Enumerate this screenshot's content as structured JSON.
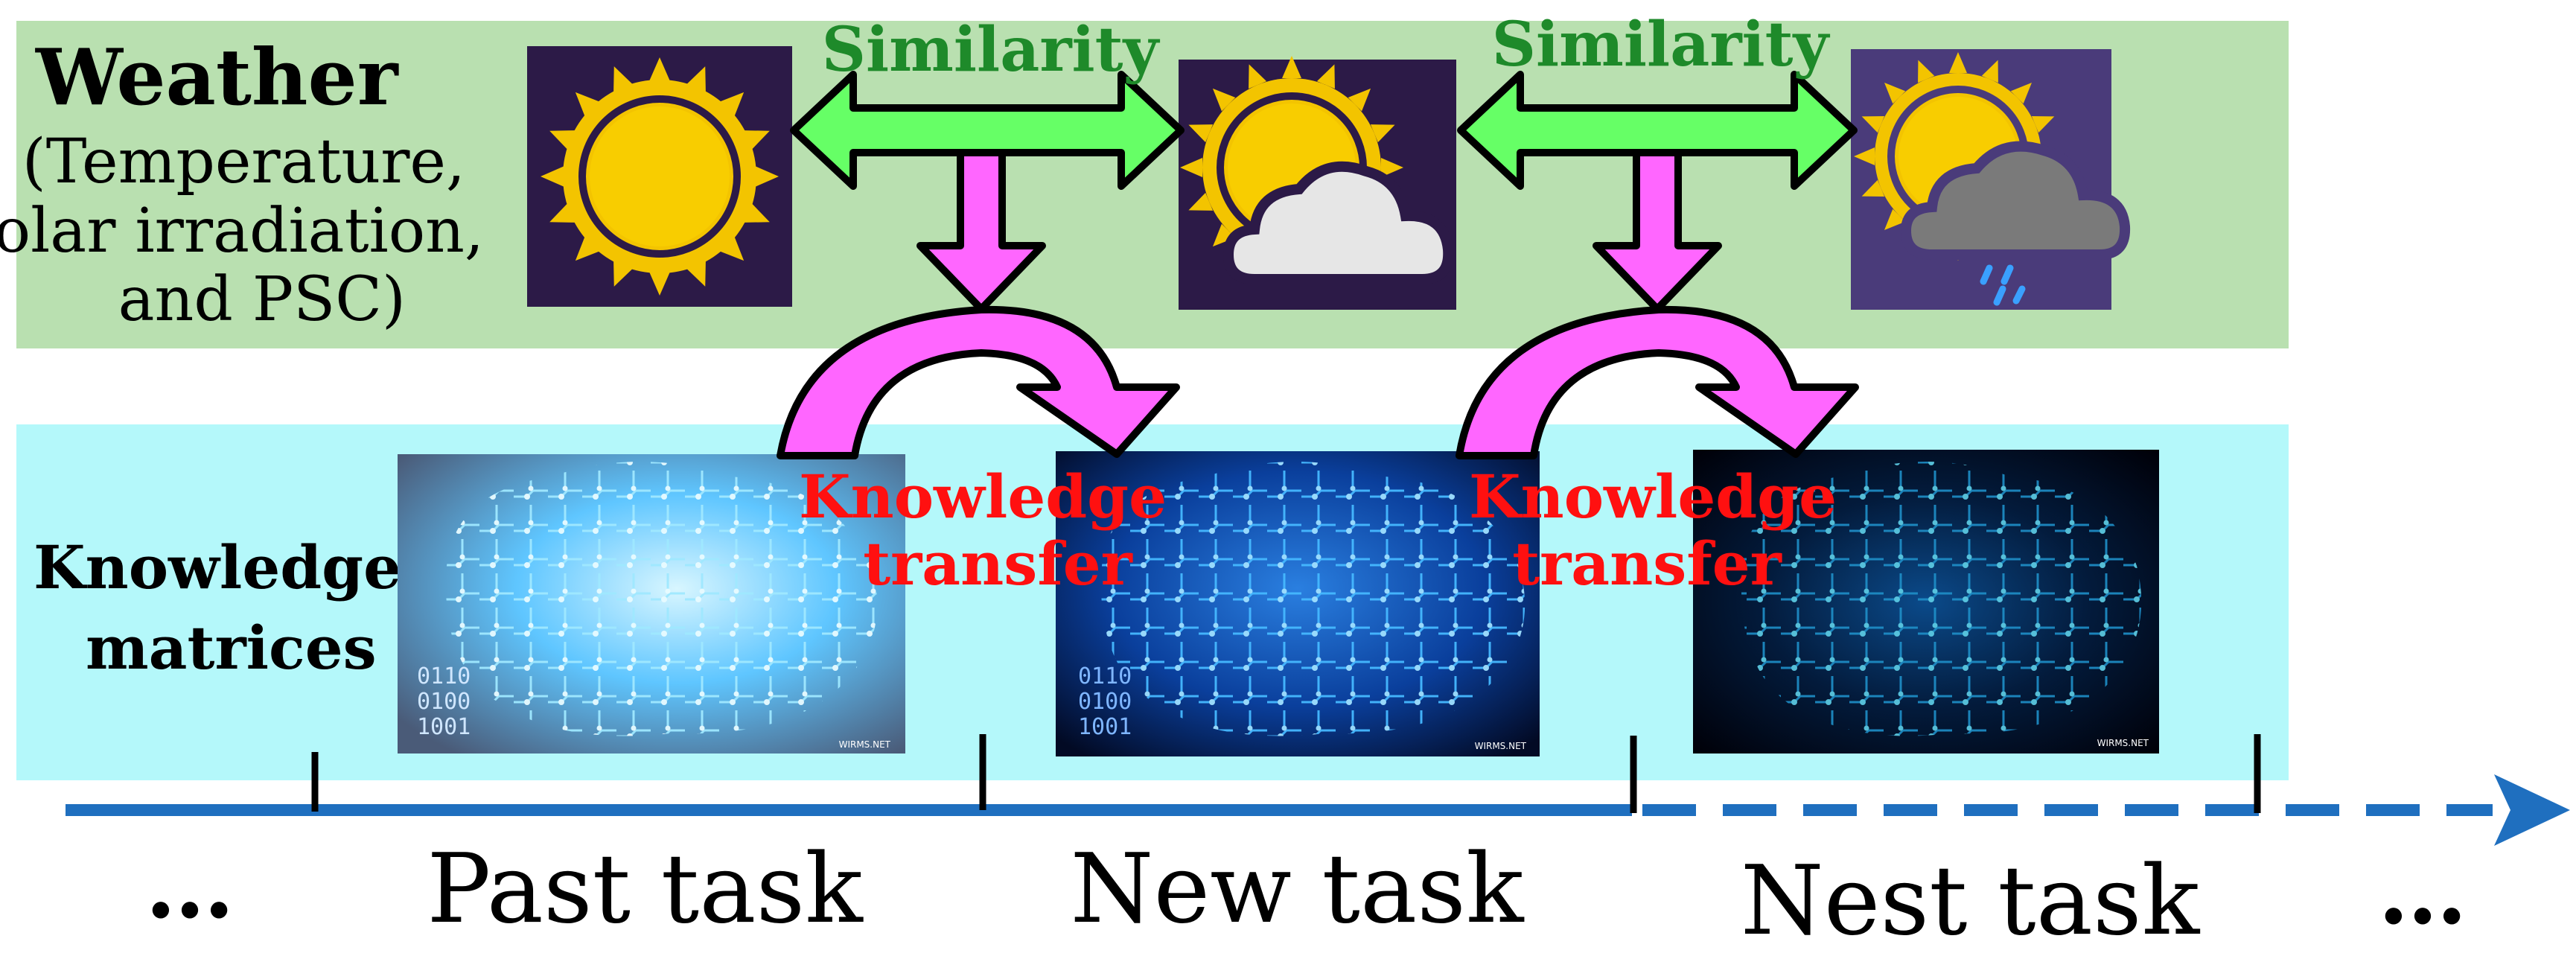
{
  "weather_band": {
    "title": "Weather",
    "subtitle_lines": [
      "(Temperature,",
      "solar irradiation,",
      "and PSC)"
    ],
    "color": "#b9e0b0"
  },
  "knowledge_band": {
    "title_lines": [
      "Knowledge",
      "matrices"
    ],
    "color": "#b4f8fa"
  },
  "weather_icons": [
    "sun-icon",
    "sun-cloud-icon",
    "sun-rain-cloud-icon"
  ],
  "similarity_labels": [
    "Similarity",
    "Similarity"
  ],
  "transfer_labels": [
    [
      "Knowledge",
      "transfer"
    ],
    [
      "Knowledge",
      "transfer"
    ]
  ],
  "timeline": {
    "ellipsis_left": "…",
    "tasks": [
      "Past task",
      "New task",
      "Nest task"
    ],
    "ellipsis_right": "…",
    "color": "#1f6fbf"
  },
  "brain_images": [
    {
      "code_lines": [
        "0110",
        "0100",
        "1001"
      ],
      "watermark": "WIRMS.NET"
    },
    {
      "code_lines": [
        "0110",
        "0100",
        "1001"
      ],
      "watermark": "WIRMS.NET"
    },
    {
      "code_lines": [],
      "watermark": "WIRMS.NET"
    }
  ],
  "colors": {
    "similarity_arrow": "#66ff66",
    "transfer_arrow": "#ff66ff",
    "similarity_text": "#1e8a2a",
    "transfer_text": "#ff1010"
  }
}
